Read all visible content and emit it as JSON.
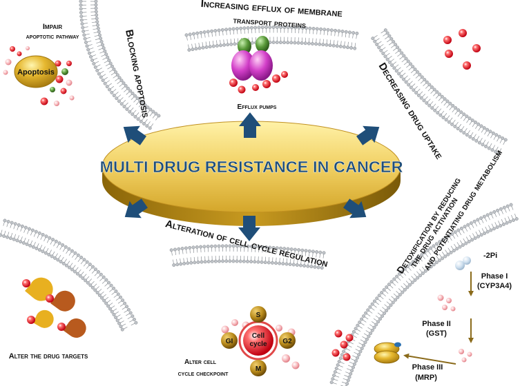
{
  "center_title": "MULTI DRUG RESISTANCE IN CANCER",
  "mechanisms": {
    "blocking_apoptosis": "Blocking apoptosis",
    "efflux": {
      "line1": "Increasing efflux of membrane",
      "line2": "transport proteins"
    },
    "decreasing_uptake": "Decreasing drug uptake",
    "cell_cycle": "Alteration of cell cycle regulation",
    "detox": {
      "line1": "Detoxification by reducing",
      "line2": "the drug activation",
      "line3": "and potentiating drug metabolism"
    }
  },
  "captions": {
    "impair_line1": "Impair",
    "impair_line2": "apoptotic pathway",
    "apoptosis": "Apoptosis",
    "efflux_pumps": "Efflux pumps",
    "alter_targets": "Alter the drug targets",
    "checkpoint_line1": "Alter cell",
    "checkpoint_line2": "cycle checkpoint",
    "cell_cycle_line1": "Cell",
    "cell_cycle_line2": "cycle"
  },
  "phases": {
    "pi": "-2Pi",
    "phase1_line1": "Phase I",
    "phase1_line2": "(CYP3A4)",
    "phase2_line1": "Phase II",
    "phase2_line2": "(GST)",
    "phase3_line1": "Phase III",
    "phase3_line2": "(MRP)"
  },
  "cell_cycle_phases": {
    "s": "S",
    "g2": "G2",
    "m": "M",
    "g1": "GI"
  },
  "colors": {
    "arrow": "#1f4e79",
    "gold": "#d4aa2a",
    "title": "#1f4e79",
    "membrane_head": "#bfc3c8",
    "drug_red": "#e0202a",
    "pump_magenta": "#d23fc8",
    "pump_green": "#5a9a3a",
    "cycle_brown": "#a0761a",
    "phase_arrow": "#8a6a1a"
  }
}
